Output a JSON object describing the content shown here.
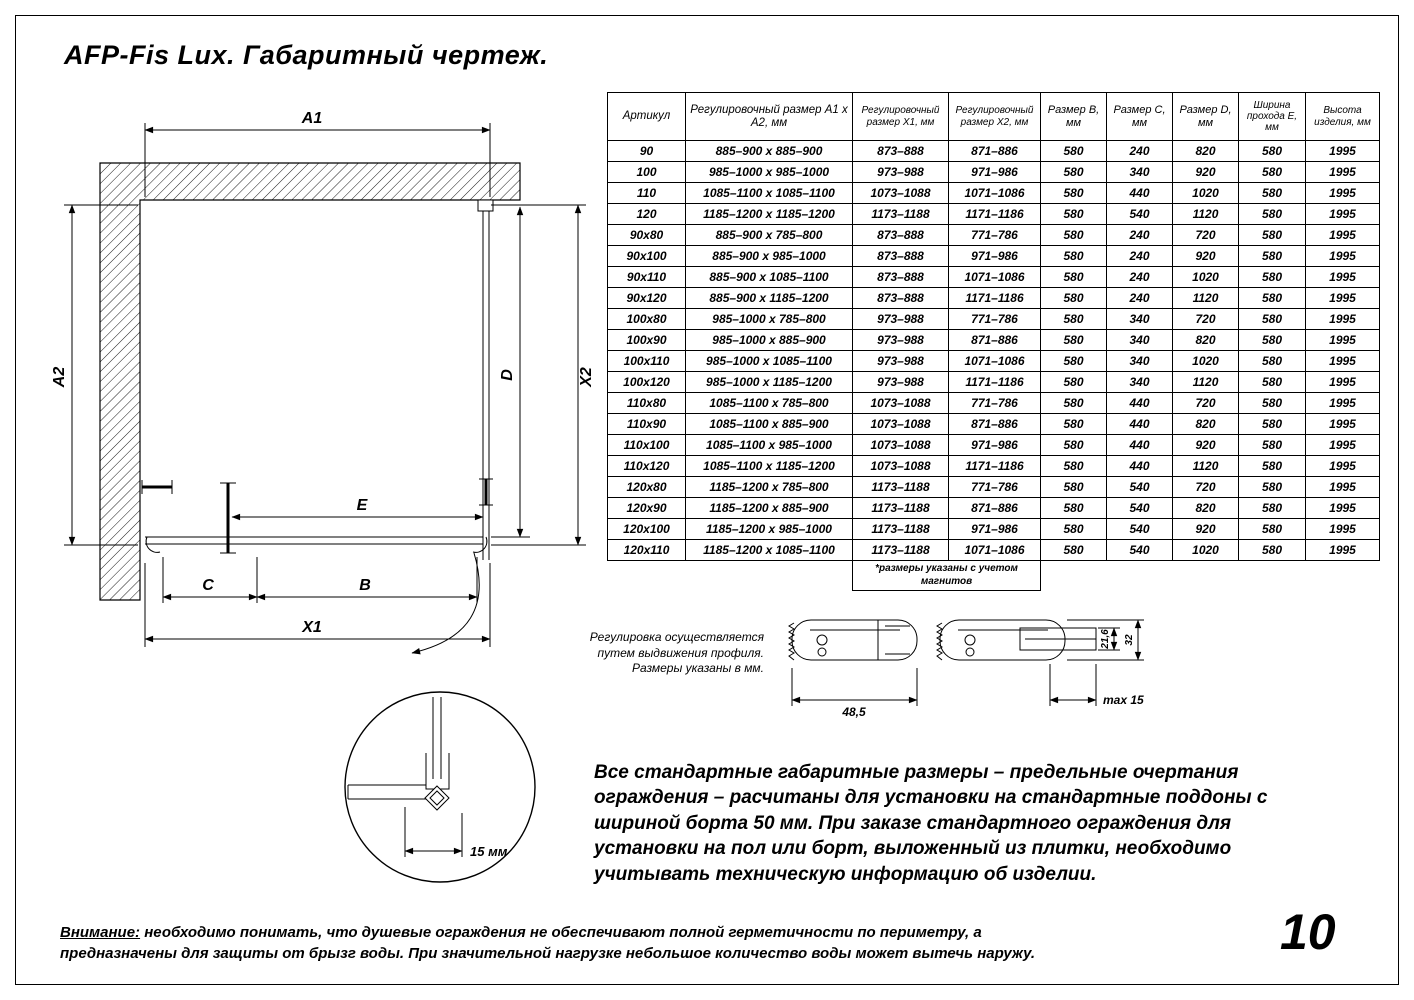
{
  "page": {
    "title": "AFP-Fis Lux. Габаритный чертеж.",
    "number": "10"
  },
  "drawing": {
    "dim_a1": "A1",
    "dim_a2": "A2",
    "dim_x1": "X1",
    "dim_x2": "X2",
    "dim_b": "B",
    "dim_c": "C",
    "dim_d": "D",
    "dim_e": "E",
    "detail_dim": "15 мм"
  },
  "profiles": {
    "note": "Регулировка осуществляется\nпутем выдвижения профиля.\nРазмеры указаны в мм.",
    "dim_width": "48,5",
    "dim_arm_height": "21,6",
    "dim_height": "32",
    "dim_max": "max 15"
  },
  "table": {
    "headers": [
      "Артикул",
      "Регулировочный размер А1 х А2, мм",
      "Регулировочный размер Х1, мм",
      "Регулировочный размер Х2, мм",
      "Размер В, мм",
      "Размер С, мм",
      "Размер D, мм",
      "Ширина прохода Е, мм",
      "Высота изделия, мм"
    ],
    "rows": [
      [
        "90",
        "885–900 x 885–900",
        "873–888",
        "871–886",
        "580",
        "240",
        "820",
        "580",
        "1995"
      ],
      [
        "100",
        "985–1000 x 985–1000",
        "973–988",
        "971–986",
        "580",
        "340",
        "920",
        "580",
        "1995"
      ],
      [
        "110",
        "1085–1100 x 1085–1100",
        "1073–1088",
        "1071–1086",
        "580",
        "440",
        "1020",
        "580",
        "1995"
      ],
      [
        "120",
        "1185–1200 x 1185–1200",
        "1173–1188",
        "1171–1186",
        "580",
        "540",
        "1120",
        "580",
        "1995"
      ],
      [
        "90x80",
        "885–900 x 785–800",
        "873–888",
        "771–786",
        "580",
        "240",
        "720",
        "580",
        "1995"
      ],
      [
        "90x100",
        "885–900 x 985–1000",
        "873–888",
        "971–986",
        "580",
        "240",
        "920",
        "580",
        "1995"
      ],
      [
        "90x110",
        "885–900 x 1085–1100",
        "873–888",
        "1071–1086",
        "580",
        "240",
        "1020",
        "580",
        "1995"
      ],
      [
        "90x120",
        "885–900 x 1185–1200",
        "873–888",
        "1171–1186",
        "580",
        "240",
        "1120",
        "580",
        "1995"
      ],
      [
        "100x80",
        "985–1000 x 785–800",
        "973–988",
        "771–786",
        "580",
        "340",
        "720",
        "580",
        "1995"
      ],
      [
        "100x90",
        "985–1000 x 885–900",
        "973–988",
        "871–886",
        "580",
        "340",
        "820",
        "580",
        "1995"
      ],
      [
        "100x110",
        "985–1000 x 1085–1100",
        "973–988",
        "1071–1086",
        "580",
        "340",
        "1020",
        "580",
        "1995"
      ],
      [
        "100x120",
        "985–1000 x 1185–1200",
        "973–988",
        "1171–1186",
        "580",
        "340",
        "1120",
        "580",
        "1995"
      ],
      [
        "110x80",
        "1085–1100 x 785–800",
        "1073–1088",
        "771–786",
        "580",
        "440",
        "720",
        "580",
        "1995"
      ],
      [
        "110x90",
        "1085–1100 x 885–900",
        "1073–1088",
        "871–886",
        "580",
        "440",
        "820",
        "580",
        "1995"
      ],
      [
        "110x100",
        "1085–1100 x 985–1000",
        "1073–1088",
        "971–986",
        "580",
        "440",
        "920",
        "580",
        "1995"
      ],
      [
        "110x120",
        "1085–1100 x 1185–1200",
        "1073–1088",
        "1171–1186",
        "580",
        "440",
        "1120",
        "580",
        "1995"
      ],
      [
        "120x80",
        "1185–1200 x 785–800",
        "1173–1188",
        "771–786",
        "580",
        "540",
        "720",
        "580",
        "1995"
      ],
      [
        "120x90",
        "1185–1200 x 885–900",
        "1173–1188",
        "871–886",
        "580",
        "540",
        "820",
        "580",
        "1995"
      ],
      [
        "120x100",
        "1185–1200 x 985–1000",
        "1173–1188",
        "971–986",
        "580",
        "540",
        "920",
        "580",
        "1995"
      ],
      [
        "120x110",
        "1185–1200 x 1085–1100",
        "1173–1188",
        "1071–1086",
        "580",
        "540",
        "1020",
        "580",
        "1995"
      ]
    ],
    "footnote": "*размеры указаны с учетом магнитов"
  },
  "notes": {
    "standard": "Все стандартные габаритные размеры – предельные очертания ограждения – расчитаны для установки на стандартные поддоны с шириной борта 50 мм. При заказе стандартного ограждения для установки на пол или борт, выложенный из плитки, необходимо учитывать техническую информацию об изделии.",
    "warning_label": "Внимание:",
    "warning_text": " необходимо понимать, что душевые ограждения не обеспечивают полной герметичности по периметру, а предназначены для защиты от брызг воды. При значительной нагрузке небольшое количество воды может вытечь наружу."
  }
}
